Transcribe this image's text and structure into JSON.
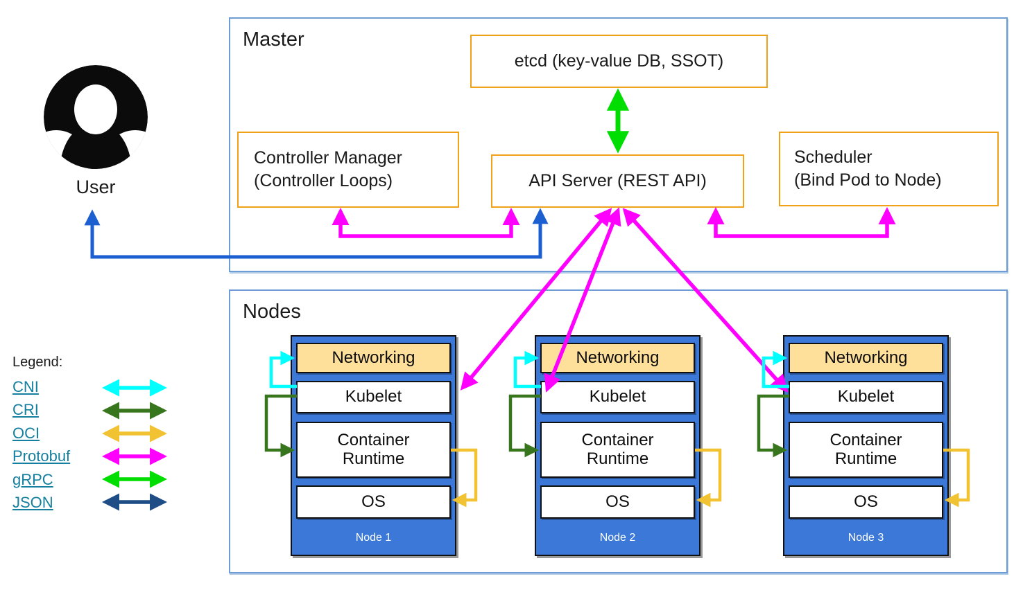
{
  "master": {
    "label": "Master",
    "etcd_label": "etcd (key-value DB, SSOT)",
    "controller_manager": {
      "line1": "Controller Manager",
      "line2": "(Controller Loops)"
    },
    "api_server_label": "API Server (REST API)",
    "scheduler": {
      "line1": "Scheduler",
      "line2": "(Bind Pod to Node)"
    }
  },
  "user": {
    "label": "User"
  },
  "nodes": {
    "label": "Nodes",
    "layers": {
      "networking": "Networking",
      "kubelet": "Kubelet",
      "container_runtime": "Container Runtime",
      "os": "OS"
    },
    "stacks": [
      {
        "title": "Node 1"
      },
      {
        "title": "Node 2"
      },
      {
        "title": "Node 3"
      }
    ]
  },
  "legend": {
    "title": "Legend:",
    "items": [
      {
        "label": "CNI",
        "color": "#00ffff"
      },
      {
        "label": "CRI",
        "color": "#38761d"
      },
      {
        "label": "OCI",
        "color": "#f1c232"
      },
      {
        "label": "Protobuf",
        "color": "#ff00ff"
      },
      {
        "label": "gRPC",
        "color": "#00dd00"
      },
      {
        "label": "JSON",
        "color": "#1f4e87"
      }
    ]
  },
  "colors": {
    "cni": "#00ffff",
    "cri": "#38761d",
    "oci": "#f1c232",
    "protobuf": "#ff00ff",
    "grpc": "#00dd00",
    "json": "#1f4e87",
    "user_arrow": "#1c5fd0",
    "orange_border": "#f1a117",
    "frame_border": "#6d9dd4",
    "node_fill": "#3c78d8",
    "networking_fill": "#ffe09b",
    "legend_link": "#147f9f"
  }
}
